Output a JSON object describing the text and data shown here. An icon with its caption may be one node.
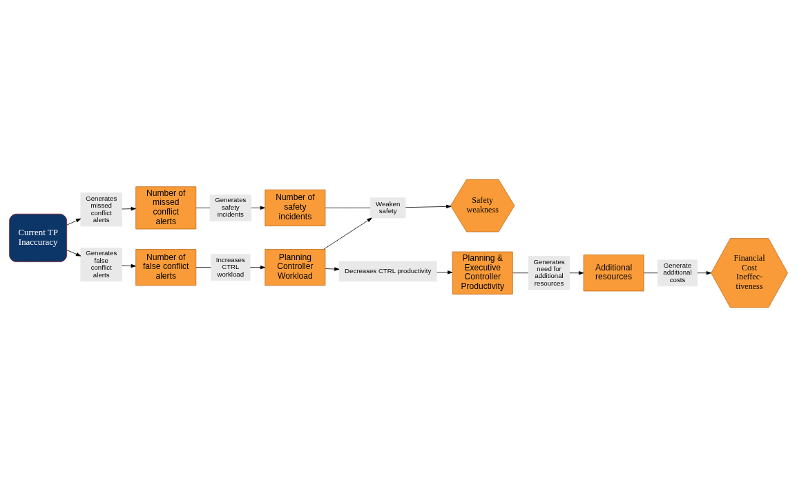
{
  "diagram": {
    "nodes": [
      {
        "text": [
          "Current TP Inaccuracy"
        ]
      },
      {
        "text": [
          "Generates missed conflict alerts"
        ]
      },
      {
        "text": [
          "Number of missed conflict alerts"
        ]
      },
      {
        "text": [
          "Generates safety incidents"
        ]
      },
      {
        "text": [
          "Number of safety incidents"
        ]
      },
      {
        "text": [
          "Weaken safety"
        ]
      },
      {
        "text": [
          "Safety weakness"
        ]
      },
      {
        "text": [
          "Generates false conflict alerts"
        ]
      },
      {
        "text": [
          "Number of false conflict alerts"
        ]
      },
      {
        "text": [
          "Increases CTRL workload"
        ]
      },
      {
        "text": [
          "Planning Controller Workload"
        ]
      },
      {
        "text": [
          "Decreases CTRL productivity"
        ]
      },
      {
        "text": [
          "Planning & Executive Controller Productivity"
        ]
      },
      {
        "text": [
          "Generates need for additional resources"
        ]
      },
      {
        "text": [
          "Additional resources"
        ]
      },
      {
        "text": [
          "Generate additional costs"
        ]
      },
      {
        "text": [
          "Financial Cost Ineffec- tiveness"
        ]
      }
    ],
    "edges": [
      {
        "from": 0,
        "to": 1,
        "arrow": "to"
      },
      {
        "from": 1,
        "to": 2,
        "arrow": "to"
      },
      {
        "from": 2,
        "to": 3,
        "arrow": "none"
      },
      {
        "from": 3,
        "to": 4,
        "arrow": "to"
      },
      {
        "from": 4,
        "to": 5,
        "arrow": "none"
      },
      {
        "from": 5,
        "to": 6,
        "arrow": "to"
      },
      {
        "from": 0,
        "to": 7,
        "arrow": "to"
      },
      {
        "from": 7,
        "to": 8,
        "arrow": "to"
      },
      {
        "from": 8,
        "to": 9,
        "arrow": "none"
      },
      {
        "from": 9,
        "to": 10,
        "arrow": "to"
      },
      {
        "from": 10,
        "to": 5,
        "arrow": "to"
      },
      {
        "from": 10,
        "to": 11,
        "arrow": "to"
      },
      {
        "from": 11,
        "to": 12,
        "arrow": "to"
      },
      {
        "from": 12,
        "to": 13,
        "arrow": "none"
      },
      {
        "from": 13,
        "to": 14,
        "arrow": "to"
      },
      {
        "from": 14,
        "to": 15,
        "arrow": "none"
      },
      {
        "from": 15,
        "to": 16,
        "arrow": "to"
      }
    ]
  }
}
